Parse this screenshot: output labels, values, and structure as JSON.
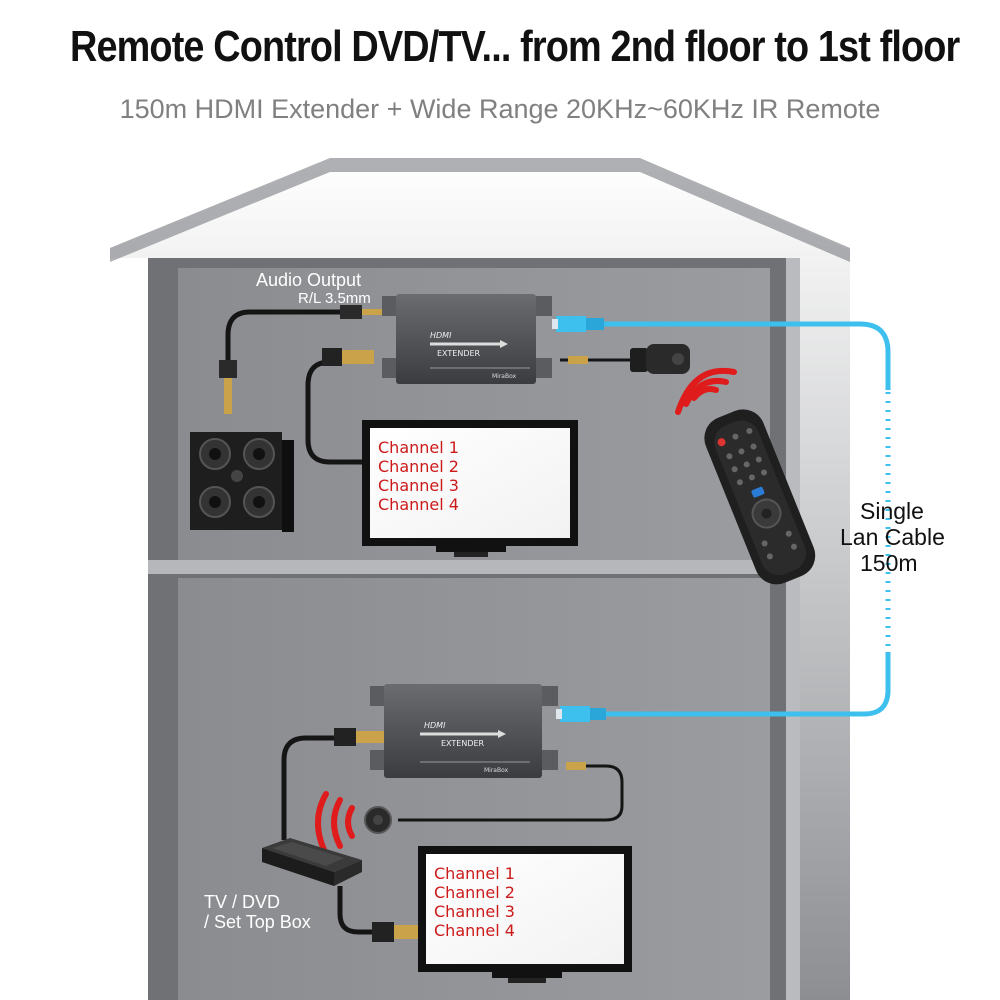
{
  "header": {
    "title": "Remote Control DVD/TV... from 2nd floor to 1st floor",
    "subtitle": "150m HDMI Extender + Wide Range 20KHz~60KHz  IR Remote"
  },
  "labels": {
    "audio_output_line1": "Audio Output",
    "audio_output_line2": "R/L 3.5mm",
    "cable_line1": "Single",
    "cable_line2": "Lan Cable",
    "cable_line3": "150m",
    "source_line1": "TV / DVD",
    "source_line2": "/ Set Top Box"
  },
  "devices": {
    "extender_label_top": "HDMI",
    "extender_label_main": "EXTENDER",
    "extender_brand": "MiraBox"
  },
  "tv_upper": {
    "channels": [
      "Channel  1",
      "Channel  2",
      "Channel  3",
      "Channel  4"
    ]
  },
  "tv_lower": {
    "channels": [
      "Channel  1",
      "Channel  2",
      "Channel  3",
      "Channel  4"
    ]
  },
  "colors": {
    "house_wall": "#8d8f93",
    "house_frame": "#6d6f73",
    "lan_cable": "#3ec0ee",
    "ir_signal": "#e01b1b",
    "channel_text": "#cc1a1a"
  }
}
